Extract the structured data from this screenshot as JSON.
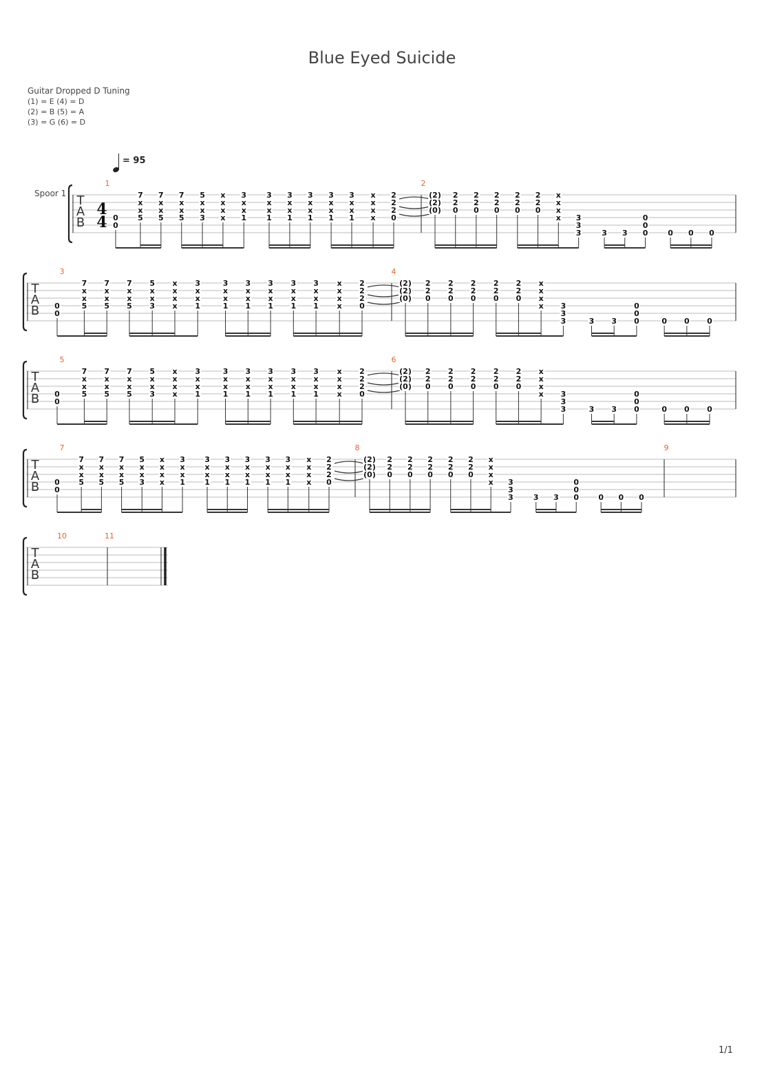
{
  "score": {
    "title": "Blue Eyed Suicide",
    "tuning_title": "Guitar Dropped D Tuning",
    "tuning_lines": [
      "(1) = E  (4) = D",
      "(2) = B  (5) = A",
      "(3) = G  (6) = D"
    ],
    "tempo": "= 95",
    "track_name": "Spoor 1",
    "time_signature": [
      "4",
      "4"
    ],
    "tab_letters": [
      "T",
      "A",
      "B"
    ],
    "page_number": "1/1"
  },
  "riffs": {
    "A": [
      [
        "",
        "",
        "",
        "0",
        "0"
      ],
      [
        "7",
        "x",
        "x",
        "5"
      ],
      [
        "7",
        "x",
        "x",
        "5"
      ],
      [
        "7",
        "x",
        "x",
        "5"
      ],
      [
        "5",
        "x",
        "x",
        "3"
      ],
      [
        "x",
        "x",
        "x",
        "x"
      ],
      [
        "3",
        "x",
        "x",
        "1"
      ],
      [
        "3",
        "x",
        "x",
        "1"
      ],
      [
        "3",
        "x",
        "x",
        "1"
      ],
      [
        "3",
        "x",
        "x",
        "1"
      ],
      [
        "3",
        "x",
        "x",
        "1"
      ],
      [
        "3",
        "x",
        "x",
        "1"
      ],
      [
        "x",
        "x",
        "x",
        "x"
      ],
      [
        "2",
        "2",
        "2",
        "0"
      ]
    ],
    "B": [
      [
        "(2)",
        "(2)",
        "(0)"
      ],
      [
        "2",
        "2",
        "0"
      ],
      [
        "2",
        "2",
        "0"
      ],
      [
        "2",
        "2",
        "0"
      ],
      [
        "2",
        "2",
        "0"
      ],
      [
        "2",
        "2",
        "0"
      ],
      [
        "x",
        "x",
        "x",
        "x"
      ],
      [
        "",
        "",
        "",
        "3",
        "3",
        "3"
      ],
      [
        "",
        "",
        "",
        "",
        "",
        "3"
      ],
      [
        "",
        "",
        "",
        "",
        "",
        "3"
      ],
      [
        "",
        "",
        "",
        "0",
        "0",
        "0"
      ],
      [
        "",
        "",
        "",
        "",
        "",
        "0"
      ],
      [
        "",
        "",
        "",
        "",
        "",
        "0"
      ],
      [
        "",
        "",
        "",
        "",
        "",
        "0"
      ]
    ]
  },
  "measures": [
    {
      "number": "1"
    },
    {
      "number": "2"
    },
    {
      "number": "3"
    },
    {
      "number": "4"
    },
    {
      "number": "5"
    },
    {
      "number": "6"
    },
    {
      "number": "7"
    },
    {
      "number": "8"
    },
    {
      "number": "9"
    },
    {
      "number": "10"
    },
    {
      "number": "11"
    }
  ]
}
